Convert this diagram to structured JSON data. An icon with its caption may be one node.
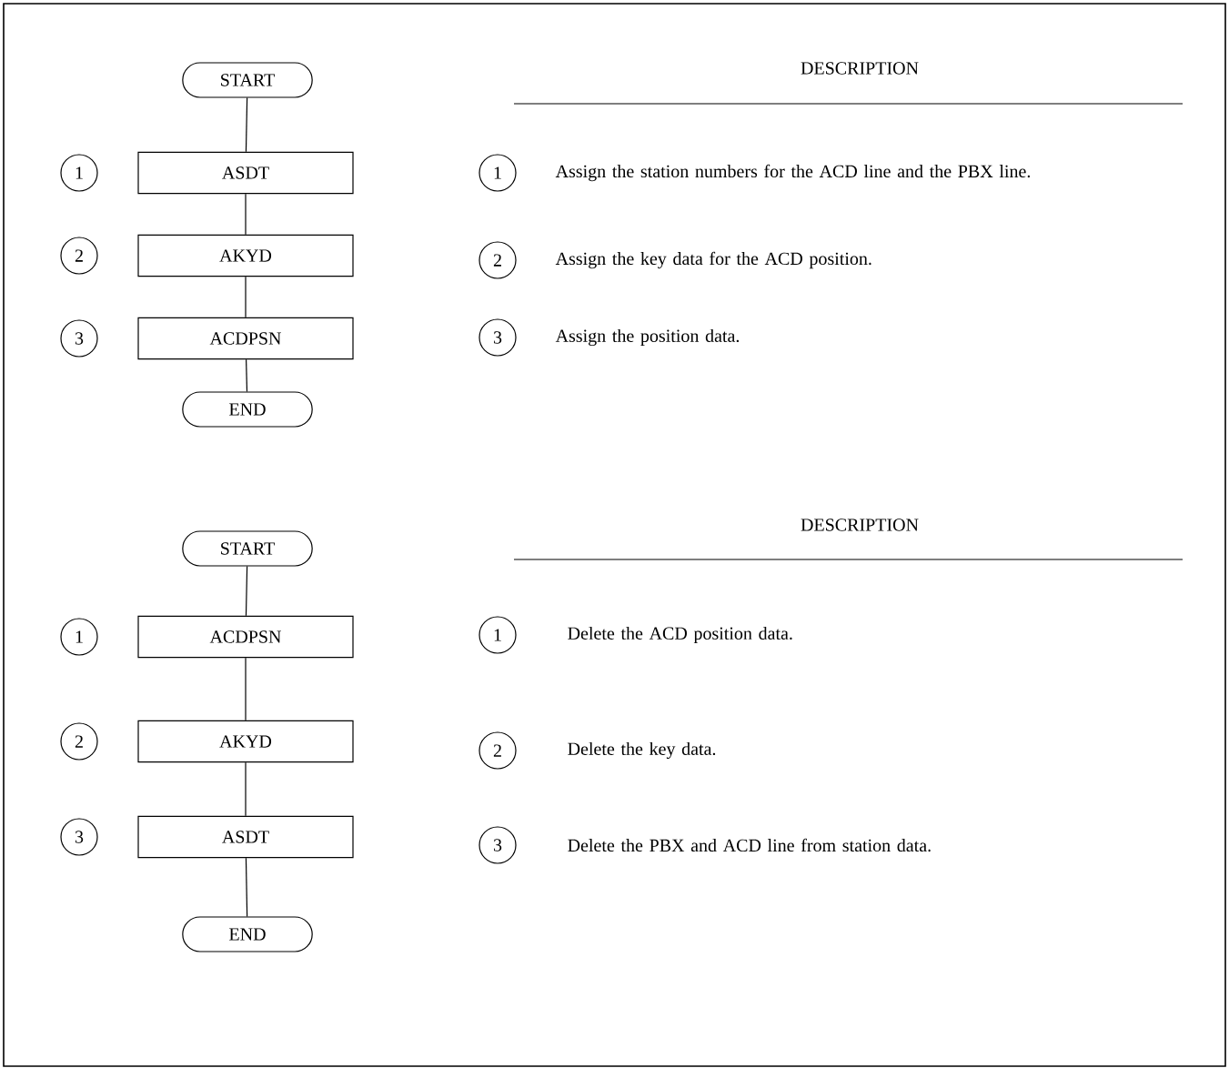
{
  "diagram": {
    "nodes": [
      {
        "text": [
          "START"
        ]
      },
      {
        "text": [
          "1"
        ]
      },
      {
        "text": [
          "ASDT"
        ]
      },
      {
        "text": [
          "2"
        ]
      },
      {
        "text": [
          "AKYD"
        ]
      },
      {
        "text": [
          "3"
        ]
      },
      {
        "text": [
          "ACDPSN"
        ]
      },
      {
        "text": [
          "END"
        ]
      },
      {
        "text": [
          "1"
        ],
        "beside": [
          "Assign the station numbers for the ACD line and the PBX line."
        ]
      },
      {
        "text": [
          "2"
        ],
        "beside": [
          "Assign the key data for the ACD position."
        ]
      },
      {
        "text": [
          "3"
        ],
        "beside": [
          "Assign the position data."
        ]
      },
      {
        "text": [
          "START"
        ]
      },
      {
        "text": [
          "1"
        ]
      },
      {
        "text": [
          "ACDPSN"
        ]
      },
      {
        "text": [
          "2"
        ]
      },
      {
        "text": [
          "AKYD"
        ]
      },
      {
        "text": [
          "3"
        ]
      },
      {
        "text": [
          "ASDT"
        ]
      },
      {
        "text": [
          "END"
        ]
      },
      {
        "text": [
          "1"
        ],
        "beside": [
          "Delete the ACD position data."
        ]
      },
      {
        "text": [
          "2"
        ],
        "beside": [
          "Delete the key data."
        ]
      },
      {
        "text": [
          "3"
        ],
        "beside": [
          "Delete the PBX and ACD line from station data."
        ]
      }
    ],
    "edges": [
      {
        "from": 0,
        "to": 2,
        "arrow": "none"
      },
      {
        "from": 2,
        "to": 4,
        "arrow": "none"
      },
      {
        "from": 4,
        "to": 6,
        "arrow": "none"
      },
      {
        "from": 6,
        "to": 7,
        "arrow": "none"
      },
      {
        "from": 11,
        "to": 13,
        "arrow": "none"
      },
      {
        "from": 13,
        "to": 15,
        "arrow": "none"
      },
      {
        "from": 15,
        "to": 17,
        "arrow": "none"
      },
      {
        "from": 17,
        "to": 18,
        "arrow": "none"
      }
    ],
    "labels": [
      "DESCRIPTION",
      "DESCRIPTION"
    ]
  }
}
